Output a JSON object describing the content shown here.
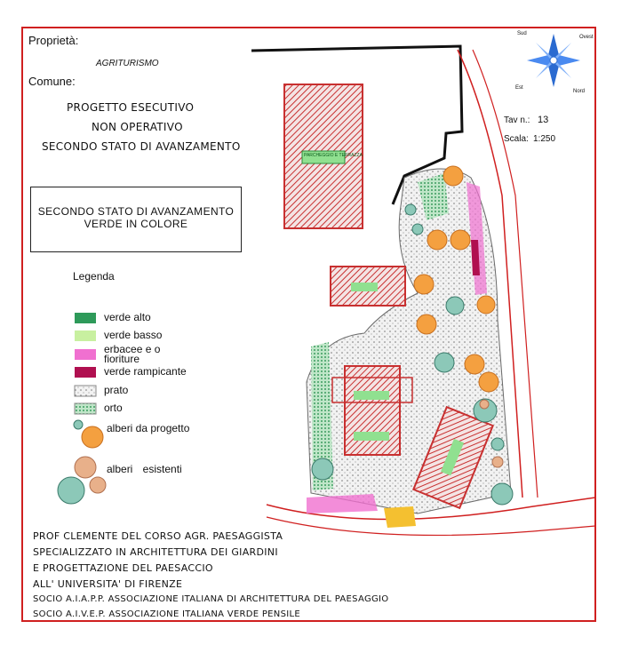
{
  "header": {
    "proprieta_label": "Proprietà:",
    "proprieta_value": "AGRITURISMO",
    "comune_label": "Comune:",
    "project_lines": [
      "PROGETTO ESECUTIVO",
      "NON OPERATIVO",
      "SECONDO STATO DI AVANZAMENTO"
    ]
  },
  "title_box": {
    "line1": "SECONDO STATO DI AVANZAMENTO",
    "line2": "VERDE IN COLORE"
  },
  "sheet": {
    "tav_label": "Tav n.:",
    "tav_value": "13",
    "scale_label": "Scala:",
    "scale_value": "1:250"
  },
  "compass": {
    "top_left": "Sud",
    "top_right": "Ovest",
    "bottom_left": "Est",
    "bottom_right": "Nord"
  },
  "legend": {
    "title": "Legenda",
    "items": [
      {
        "label": "verde alto",
        "color": "#2e9a5a"
      },
      {
        "label": "verde basso",
        "color": "#c8f0a0"
      },
      {
        "label": "erbacee e o fioriture",
        "color": "#f070d0"
      },
      {
        "label": "verde rampicante",
        "color": "#b01050"
      },
      {
        "label": "prato",
        "color": "#d8e8d8"
      },
      {
        "label": "orto",
        "color": "#a8d8a0"
      },
      {
        "label": "alberi da progetto",
        "color": "#f4a040"
      },
      {
        "label": "alberi esistenti",
        "color": "#e8b08a"
      }
    ]
  },
  "plan_labels": {
    "building_label": "PARCHEGGIO E TERRAZZA"
  },
  "footer": [
    "PROF CLEMENTE DEL CORSO  AGR. PAESAGGISTA",
    "SPECIALIZZATO IN ARCHITETTURA DEI GIARDINI",
    "E PROGETTAZIONE DEL PAESACCIO",
    "ALL' UNIVERSITA' DI FIRENZE",
    "SOCIO A.I.A.P.P. ASSOCIAZIONE ITALIANA DI ARCHITETTURA DEL PAESAGGIO",
    "SOCIO A.I.V.E.P. ASSOCIAZIONE ITALIANA VERDE PENSILE"
  ]
}
